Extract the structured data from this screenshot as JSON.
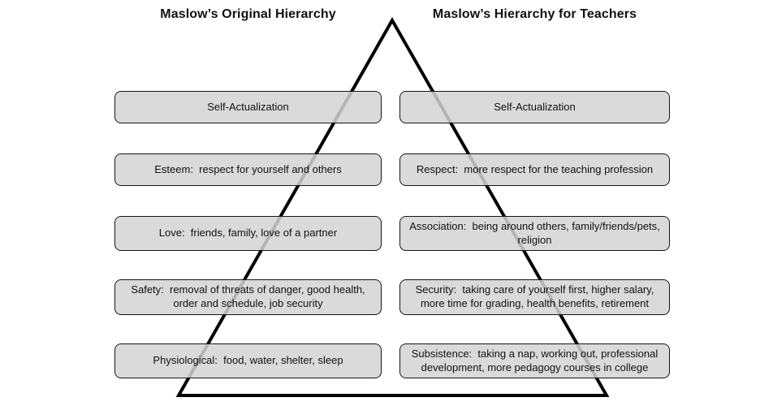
{
  "diagram": {
    "left_title": "Maslow’s Original Hierarchy",
    "right_title": "Maslow’s Hierarchy for Teachers",
    "levels": [
      {
        "left": "Self-Actualization",
        "right": "Self-Actualization"
      },
      {
        "left": "Esteem:  respect for yourself and others",
        "right": "Respect:  more respect for the teaching profession"
      },
      {
        "left": "Love:  friends, family, love of a partner",
        "right": "Association:  being around others, family/friends/pets,\nreligion"
      },
      {
        "left": "Safety:  removal of threats of danger, good health,\norder and schedule, job security",
        "right": "Security:  taking care of yourself first, higher salary,\nmore time for grading, health benefits, retirement"
      },
      {
        "left": "Physiological:  food, water, shelter, sleep",
        "right": "Subsistence:  taking a nap, working out, professional\ndevelopment, more pedagogy courses in college"
      }
    ],
    "colors": {
      "box_fill": "#d4d4d4",
      "box_border": "#161616",
      "triangle_stroke": "#000000",
      "background": "#ffffff"
    }
  }
}
